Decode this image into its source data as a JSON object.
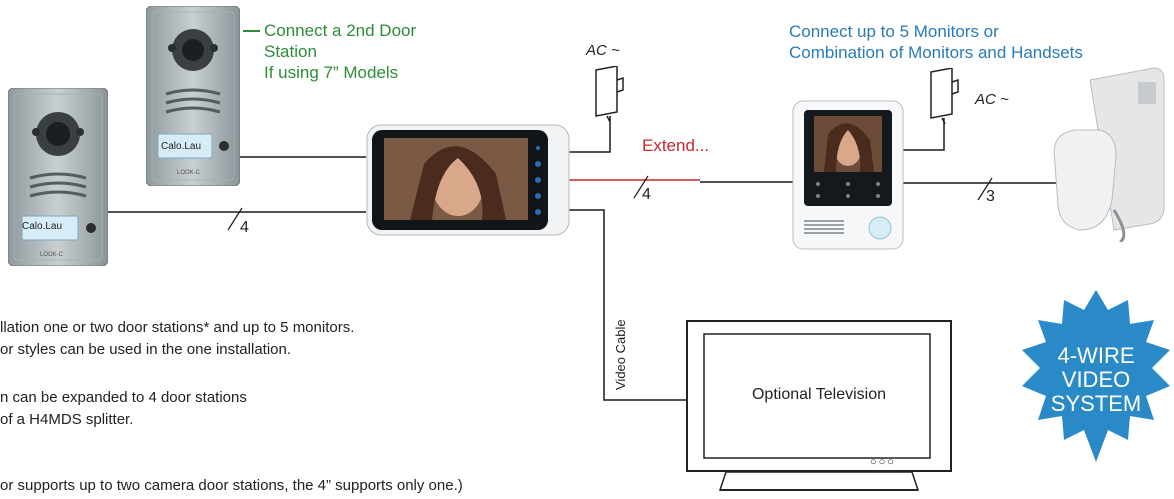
{
  "labels": {
    "second_station_line1": "Connect a 2nd Door",
    "second_station_line2": "Station",
    "second_station_line3": "If using 7” Models",
    "monitors_line1": "Connect up to 5 Monitors or",
    "monitors_line2": "Combination of Monitors and Handsets",
    "ac_left": "AC ~",
    "ac_right": "AC ~",
    "extend": "Extend...",
    "wire_main": "4",
    "wire_extend": "4",
    "wire_handset": "3",
    "video_cable": "Video Cable",
    "tv": "Optional Television",
    "tv_buttons": "○○○"
  },
  "door_station": {
    "nameplate": "Calo.Lau",
    "model": "LOOK-C"
  },
  "badge": {
    "line1": "4-WIRE",
    "line2": "VIDEO",
    "line3": "SYSTEM",
    "color": "#2a8ac8"
  },
  "notes": {
    "line1": "llation one or two door stations* and up to 5 monitors.",
    "line2": "or styles can be used in the one installation.",
    "line3": "n can be expanded to 4 door stations",
    "line4": "of a H4MDS splitter.",
    "line5": "or supports up to two camera door stations, the 4” supports only one.)"
  },
  "colors": {
    "wire": "#1a1a1a",
    "extend_wire": "#c8282e",
    "green": "#2e8b3a",
    "blue": "#2a7ab8"
  }
}
